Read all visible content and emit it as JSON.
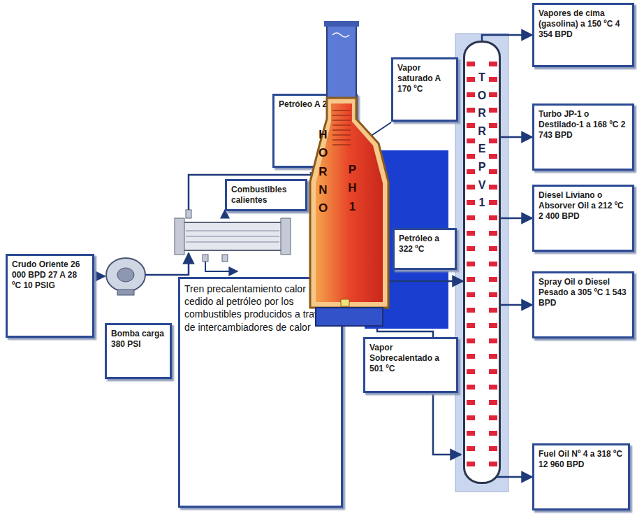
{
  "diagram": {
    "nodes": [
      {
        "text": [
          "Vapores de cima (gasolina) a 150 ºC 4 354 BPD"
        ]
      },
      {
        "text": [
          "Vapor saturado A 170 ºC"
        ]
      },
      {
        "text": [
          "Petróleo A 210 ºC"
        ]
      },
      {
        "text": [
          "Turbo JP-1 o Destilado-1 a 168 ºC 2 743 BPD"
        ]
      },
      {
        "text": [
          "Combustibles calientes"
        ]
      },
      {
        "text": [
          "Diesel Liviano o Absorver Oil a 212 ºC 2 400 BPD"
        ]
      },
      {
        "text": [
          "Crudo Oriente 26 000 BPD 27 A 28 ºC 10 PSIG"
        ]
      },
      {
        "text": [
          "Tren precalentamiento calor cedido al petróleo por los combustibles producidos a través de intercambiadores de calor"
        ]
      },
      {
        "text": [
          "Petróleo a 322 ºC"
        ]
      },
      {
        "text": [
          "Spray Oil o Diesel Pesado a 305 ºC 1 543 BPD"
        ]
      },
      {
        "text": [
          "Bomba carga 380 PSI"
        ]
      },
      {
        "text": [
          "Vapor Sobrecalentado a 501 ºC"
        ]
      },
      {
        "text": [
          "Fuel Oil Nº 4 a 318 ºC 12 960 BPD"
        ]
      },
      {
        "text": [
          "HORNO",
          "PH1"
        ]
      },
      {
        "text": [
          "TORRE PV1"
        ]
      }
    ],
    "edges": [
      {
        "from": 14,
        "to": 0,
        "arrow": "to"
      },
      {
        "from": 14,
        "to": 3,
        "arrow": "to"
      },
      {
        "from": 14,
        "to": 5,
        "arrow": "to"
      },
      {
        "from": 14,
        "to": 9,
        "arrow": "to"
      },
      {
        "from": 14,
        "to": 12,
        "arrow": "to"
      },
      {
        "from": 13,
        "to": 14,
        "arrow": "to"
      }
    ]
  }
}
